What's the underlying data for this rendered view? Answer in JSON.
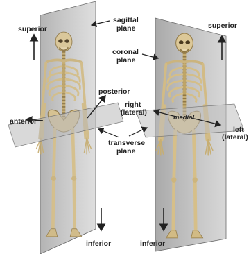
{
  "labels": {
    "superior": "superior",
    "sagittal_plane_1": "sagittal",
    "sagittal_plane_2": "plane",
    "coronal_plane_1": "coronal",
    "coronal_plane_2": "plane",
    "posterior": "posterior",
    "right_1": "right",
    "right_2": "(lateral)",
    "medial": "medial",
    "left_1": "left",
    "left_2": "(lateral)",
    "anterior": "anterior",
    "transverse_plane_1": "transverse",
    "transverse_plane_2": "plane",
    "inferior": "inferior"
  },
  "colors": {
    "plane": "#8e8e8e",
    "bone": "#d9c38f",
    "bone_dark": "#a58c55",
    "text": "#222222"
  }
}
